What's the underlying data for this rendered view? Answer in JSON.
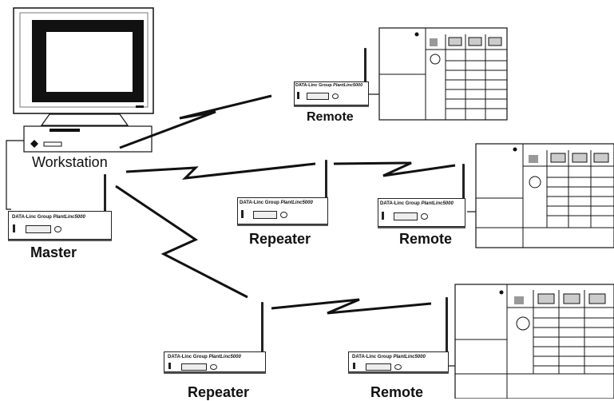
{
  "labels": {
    "workstation": "Workstation",
    "master": "Master",
    "repeater1": "Repeater",
    "repeater2": "Repeater",
    "remote1": "Remote",
    "remote2": "Remote",
    "remote3": "Remote"
  },
  "modem": {
    "brand_prefix": "DATA-Linc Group ",
    "brand_model": "PlantLinc5000"
  },
  "colors": {
    "line": "#111111",
    "screen": "#111111",
    "background": "#ffffff"
  }
}
